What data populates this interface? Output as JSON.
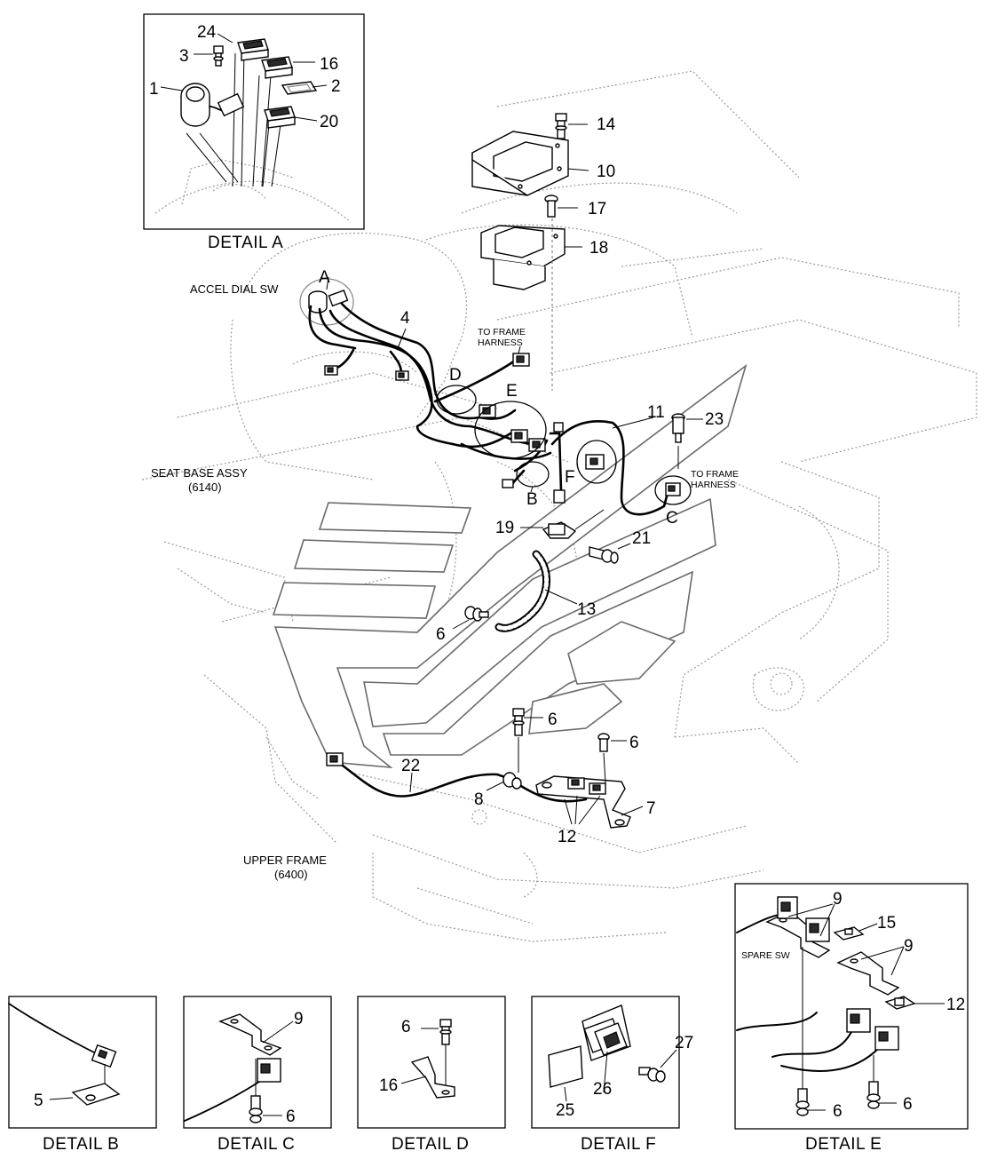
{
  "detail_captions": {
    "a": "DETAIL  A",
    "b": "DETAIL  B",
    "c": "DETAIL  C",
    "d": "DETAIL  D",
    "f": "DETAIL F",
    "e": "DETAIL  E"
  },
  "labels": {
    "accel_dial_sw": "ACCEL DIAL SW",
    "to_frame_harness_1a": "TO FRAME",
    "to_frame_harness_1b": "HARNESS",
    "to_frame_harness_2a": "TO FRAME",
    "to_frame_harness_2b": "HARNESS",
    "seat_base_assy": "SEAT BASE ASSY",
    "seat_base_code": "(6140)",
    "upper_frame": "UPPER FRAME",
    "upper_frame_code": "(6400)",
    "spare_sw": "SPARE SW"
  },
  "detail_letters": {
    "a": "A",
    "b": "B",
    "c": "C",
    "d": "D",
    "e": "E",
    "f": "F"
  },
  "part_numbers": {
    "p24": "24",
    "p3": "3",
    "p16": "16",
    "p1": "1",
    "p2": "2",
    "p20": "20",
    "p14": "14",
    "p10": "10",
    "p17": "17",
    "p18": "18",
    "p4": "4",
    "p11": "11",
    "p23": "23",
    "p19": "19",
    "p21": "21",
    "p13": "13",
    "p6a": "6",
    "p6b": "6",
    "p6c": "6",
    "p22": "22",
    "p8": "8",
    "p7": "7",
    "p12": "12",
    "b5": "5",
    "c9": "9",
    "c6": "6",
    "d6": "6",
    "d16": "16",
    "f25": "25",
    "f26": "26",
    "f27": "27",
    "e9a": "9",
    "e15": "15",
    "e9b": "9",
    "e12": "12",
    "e6a": "6",
    "e6b": "6"
  }
}
